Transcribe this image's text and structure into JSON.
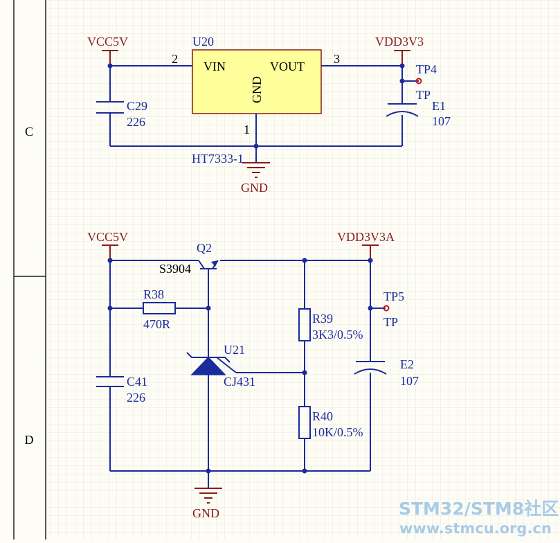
{
  "zones": {
    "c": "C",
    "d": "D"
  },
  "top": {
    "vcc": "VCC5V",
    "vdd": "VDD3V3",
    "u_ref": "U20",
    "u_part": "HT7333-1",
    "pin_vin": "VIN",
    "pin_vout": "VOUT",
    "pin_gnd": "GND",
    "pin2": "2",
    "pin3": "3",
    "pin1": "1",
    "gnd": "GND",
    "c29_ref": "C29",
    "c29_val": "226",
    "e1_ref": "E1",
    "e1_val": "107",
    "tp4_ref": "TP4",
    "tp4_val": "TP"
  },
  "bottom": {
    "vcc": "VCC5V",
    "vdd": "VDD3V3A",
    "q_ref": "Q2",
    "q_part": "S3904",
    "r38_ref": "R38",
    "r38_val": "470R",
    "u21_ref": "U21",
    "u21_part": "CJ431",
    "r39_ref": "R39",
    "r39_val": "3K3/0.5%",
    "r40_ref": "R40",
    "r40_val": "10K/0.5%",
    "c41_ref": "C41",
    "c41_val": "226",
    "e2_ref": "E2",
    "e2_val": "107",
    "tp5_ref": "TP5",
    "tp5_val": "TP",
    "gnd": "GND"
  },
  "watermark": {
    "line1": "STM32/STM8社区",
    "line2": "www.stmcu.org.cn"
  },
  "colors": {
    "wire": "#1b2a9c",
    "power": "#8b1a1a",
    "ic_fill": "#ffff9c",
    "testpoint": "#c0141c",
    "watermark": "#a8cbe8"
  }
}
